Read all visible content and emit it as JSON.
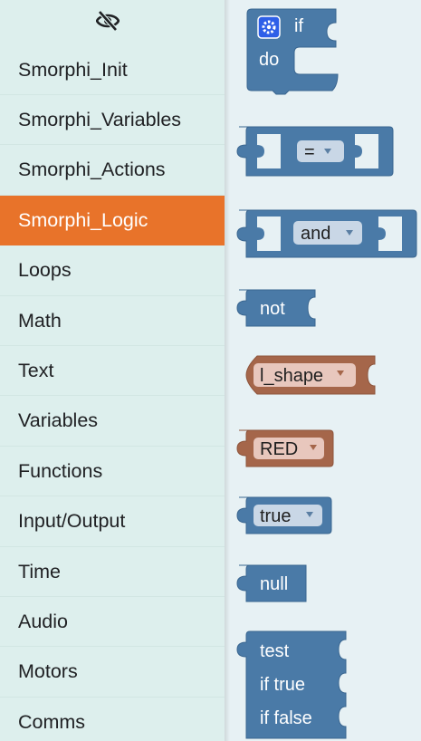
{
  "sidebar": {
    "toggle_icon": "eye-off-icon",
    "items": [
      {
        "label": "Smorphi_Init",
        "active": false
      },
      {
        "label": "Smorphi_Variables",
        "active": false
      },
      {
        "label": "Smorphi_Actions",
        "active": false
      },
      {
        "label": "Smorphi_Logic",
        "active": true
      },
      {
        "label": "Loops",
        "active": false
      },
      {
        "label": "Math",
        "active": false
      },
      {
        "label": "Text",
        "active": false
      },
      {
        "label": "Variables",
        "active": false
      },
      {
        "label": "Functions",
        "active": false
      },
      {
        "label": "Input/Output",
        "active": false
      },
      {
        "label": "Time",
        "active": false
      },
      {
        "label": "Audio",
        "active": false
      },
      {
        "label": "Motors",
        "active": false
      },
      {
        "label": "Comms",
        "active": false
      }
    ]
  },
  "colors": {
    "active_category": "#e8732a",
    "logic_block": "#4a7aa7",
    "shape_block": "#a5664a",
    "dropdown_field": "#c9d7e6"
  },
  "flyout": {
    "if_block": {
      "if_label": "if",
      "do_label": "do",
      "gear_icon": "gear-icon"
    },
    "compare_block": {
      "operator": "="
    },
    "and_block": {
      "operator": "and"
    },
    "not_block": {
      "label": "not"
    },
    "shape_block": {
      "value": "l_shape"
    },
    "color_block": {
      "value": "RED"
    },
    "boolean_block": {
      "value": "true"
    },
    "null_block": {
      "label": "null"
    },
    "ternary_block": {
      "test_label": "test",
      "true_label": "if true",
      "false_label": "if false"
    }
  }
}
